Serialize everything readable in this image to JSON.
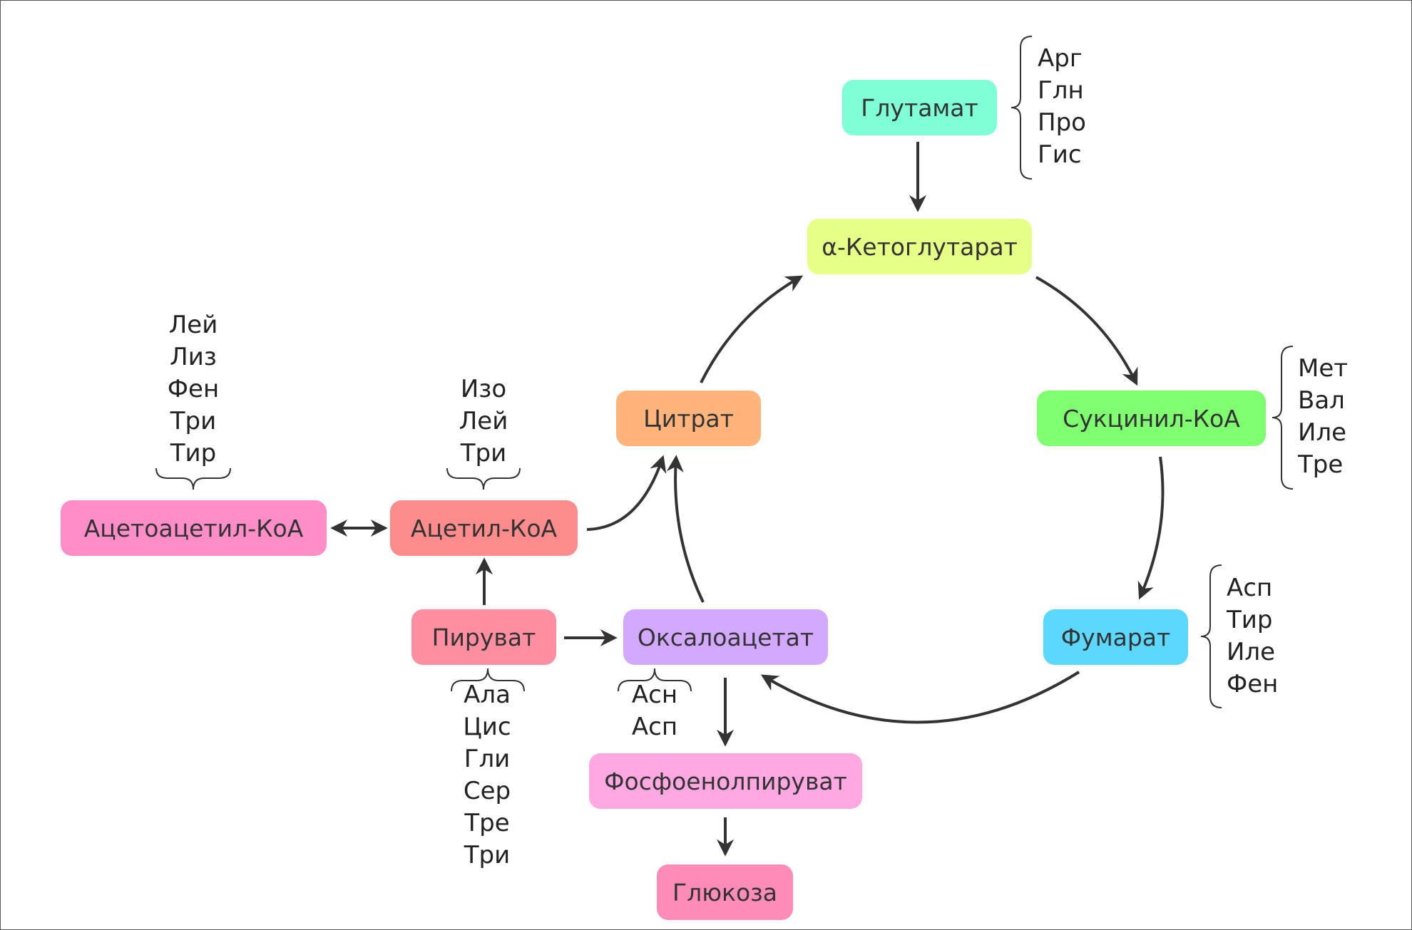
{
  "colors": {
    "glutamate": "#7fffd8",
    "ketoglutarate": "#e6ff86",
    "succinyl_coa": "#7fff70",
    "fumarate": "#5cd8ff",
    "oxaloacetate": "#d3a8ff",
    "citrate": "#ffb47c",
    "acetyl_coa": "#ff8c8c",
    "acetoacetyl_coa": "#ff8ec8",
    "pyruvate": "#ff8ea0",
    "pep": "#ffa8e2",
    "glucose": "#ff8cb8",
    "arrow": "#333333"
  },
  "nodes": {
    "glutamate": "Глутамат",
    "ketoglutarate": "α-Кетоглутарат",
    "succinyl_coa": "Сукцинил-КоА",
    "fumarate": "Фумарат",
    "oxaloacetate": "Оксалоацетат",
    "citrate": "Цитрат",
    "acetyl_coa": "Ацетил-КоА",
    "acetoacetyl_coa": "Ацетоацетил-КоА",
    "pyruvate": "Пируват",
    "pep": "Фосфоенолпируват",
    "glucose": "Глюкоза"
  },
  "amino_acids": {
    "glutamate": [
      "Арг",
      "Глн",
      "Про",
      "Гис"
    ],
    "succinyl_coa": [
      "Мет",
      "Вал",
      "Иле",
      "Тре"
    ],
    "fumarate": [
      "Асп",
      "Тир",
      "Иле",
      "Фен"
    ],
    "acetoacetyl_coa": [
      "Лей",
      "Лиз",
      "Фен",
      "Три",
      "Тир"
    ],
    "acetyl_coa": [
      "Изо",
      "Лей",
      "Три"
    ],
    "pyruvate": [
      "Ала",
      "Цис",
      "Гли",
      "Сер",
      "Тре",
      "Три"
    ],
    "oxaloacetate": [
      "Асн",
      "Асп"
    ]
  }
}
